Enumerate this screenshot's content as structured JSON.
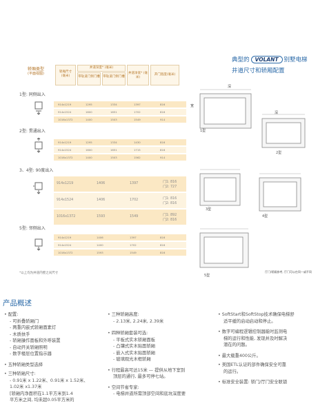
{
  "header": {
    "line1_prefix": "典型的",
    "brand": "VOLANT",
    "line1_suffix": "别墅电梯",
    "line2": "井道尺寸和轿厢配置"
  },
  "table": {
    "head_type": "轿厢类型",
    "head_type_unit": "(平面视图)",
    "head_car": "轿厢尺寸",
    "head_car_unit": "(毫米)",
    "head_shaft": "井道深度* (毫米)",
    "head_shaft_a": "带轨道门侧门槽",
    "head_shaft_b": "带轨道门侧门槽",
    "head_width": "井道净宽* (毫米)",
    "head_door": "开门宽度(毫米)"
  },
  "sections": {
    "s1": "1型: 同侧出入",
    "s2": "2型: 贯通出入",
    "s3": "3、4型: 90度出入",
    "s5": "5型: 邻侧出入"
  },
  "rows1": [
    [
      "914x1219",
      "1295",
      "1334",
      "1397",
      "816"
    ],
    [
      "914x1524",
      "1600",
      "1651",
      "1702",
      "816"
    ],
    [
      "1016x1372",
      "1400",
      "1503",
      "1549",
      "914"
    ]
  ],
  "rows2": [
    [
      "914x1219",
      "1295",
      "1334",
      "1430",
      "816"
    ],
    [
      "914x1524",
      "1600",
      "1651",
      "1715",
      "816"
    ],
    [
      "1016x1372",
      "1400",
      "1503",
      "1562",
      "914"
    ]
  ],
  "rows3": [
    [
      "914x1219",
      "1406",
      "1397",
      "门1: 816",
      "门2: 727"
    ],
    [
      "914x1524",
      "1406",
      "1702",
      "门1: 816",
      "门2: 816"
    ],
    [
      "1016x1372",
      "1593",
      "1549",
      "门1: 892",
      "门2: 816"
    ]
  ],
  "rows5": [
    [
      "914x1219",
      "1406",
      "1397",
      "816"
    ],
    [
      "914x1524",
      "1400",
      "1702",
      "816"
    ],
    [
      "1016x1372",
      "1593",
      "1549",
      "816"
    ]
  ],
  "footnote": "*以上均为井道内壁之间尺寸",
  "drawings": {
    "deep": "深",
    "wide": "宽",
    "type1": "1型",
    "type2": "2型",
    "type3": "3型",
    "type4": "4型",
    "type5": "5型",
    "note": "厅门/轿厢参考, 厅门可以在同一或不同"
  },
  "overview": {
    "title": "产品概述",
    "col1": [
      "• 配置:",
      "- 可折叠轿厢门",
      "- 两重内嵌式轿厢面素灯",
      "- 木质扶手",
      "- 轿厢操作面板和外呼装置",
      "- 自动开关轿厢照明",
      "- 数字楼层位置指示器",
      "• 五种轿厢类型选择",
      "• 三种轿厢尺寸:",
      "- 0.91米 x 1.22米、0.91米 x 1.52米、",
      "1.02米 x1.37米",
      "[轿厢内净面积在1.1平方米到1.4",
      "平方米之间, 均未超0.05平方米的"
    ],
    "col2": [
      "• 三种轿厢高度:",
      "- 2.13米, 2.24米, 2.39米",
      "• 四种轿厢套装可选:",
      "- 平板式实木轿厢面板",
      "- 凸镶式实木贴面轿厢",
      "- 嵌入式实木贴面轿厢",
      "- 玻璃观光木框轿厢",
      "• 行程最高可达15米 — 提供从地下室到",
      "顶层的通行, 最多可停七站。",
      "• 空间节省专家:",
      "- 电梯井道所需顶部空间和底坑深度要"
    ],
    "col3": [
      "• SoftStart和SoftStop技术确保电梯舒",
      "适平缓的启动启动和停止。",
      "• 数字可编程逻辑控制器能时监测电",
      "梯的运行和性能, 发现并及时解决",
      "潜在的问题。",
      "• 最大载重400公斤。",
      "• 美国ETL认证的部件确保安全可靠",
      "的运行。",
      "• 标准安全装置: 轿门/厅门安全联锁"
    ]
  }
}
